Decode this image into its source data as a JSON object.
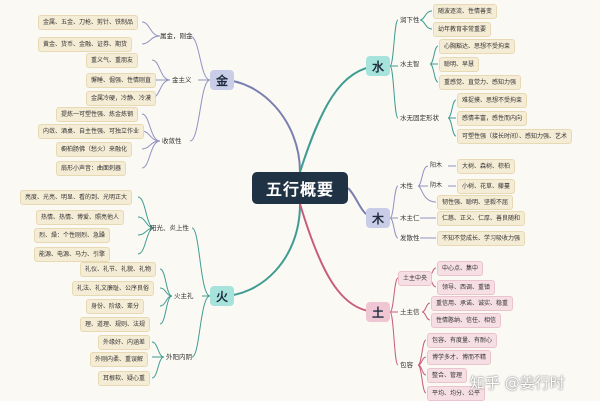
{
  "central_title": "五行概要",
  "watermark": "知乎 @姜行时",
  "colors": {
    "central": "#1f3344",
    "metal": "#c9cde8",
    "water": "#a6e3dc",
    "wood": "#c9cde8",
    "fire": "#a6e3dc",
    "earth": "#f1c6d4"
  },
  "metal": {
    "name": "金",
    "branches": [
      {
        "label": "属金，刚金",
        "items": [
          "金属、五金、刀枪、剪针、铁制品",
          "黄金、货币、金融、证券、期货"
        ]
      },
      {
        "label": "金主义",
        "items": [
          "重义气、重朋友",
          "懈睡、倔强、性情刚直",
          "金属冷硬，冷静、冷漠"
        ]
      },
      {
        "label": "收敛性",
        "items": [
          "提炼一可塑性强、炼金炼钢",
          "内敛、酒桌、自主性强、可独立作业",
          "橱柏肠佛（愁火）来融化",
          "扇形小声音：曲面刺器"
        ]
      }
    ]
  },
  "water": {
    "name": "水",
    "branches": [
      {
        "label": "润下性",
        "items": [
          "随波逐流、性情善变",
          "幼年教育非常重要"
        ]
      },
      {
        "label": "水主智",
        "items": [
          "心胸豁达、思想不受拘束",
          "聪明、早慧",
          "重感觉、直觉力、感知力强"
        ]
      },
      {
        "label": "水无固定形状",
        "items": [
          "难捉摸、思想不受拘束",
          "感情丰富，感性而内向",
          "可塑性强（接长时间）、感知力强、艺术"
        ]
      }
    ]
  },
  "wood": {
    "name": "木",
    "branches": [
      {
        "label": "木性",
        "items": [
          {
            "tag": "阳木",
            "text": "大树、森树、棕柏"
          },
          {
            "tag": "阴木",
            "text": "小树、花草、藤蔓"
          },
          {
            "tag": "",
            "text": "韧性强、聪明、坚毅不屈"
          }
        ]
      },
      {
        "label": "木主仁",
        "items": [
          {
            "tag": "",
            "text": "仁慈、正义、仁厚、善良随和"
          }
        ]
      },
      {
        "label": "发散性",
        "items": [
          {
            "tag": "",
            "text": "不知不觉成长、学习吸收力强"
          }
        ]
      }
    ]
  },
  "fire": {
    "name": "火",
    "branches": [
      {
        "label": "阳光、炎上性",
        "items": [
          "亮度、光亮、明显、看的到、光明正大",
          "热情、热情、博爱、照亮他人",
          "烈、燥：个性刚烈、急躁",
          "能源、电源、马力、引擎"
        ]
      },
      {
        "label": "火主礼",
        "items": [
          "礼仪、礼节、礼貌、礼物",
          "礼法、礼文廉耻、公序良俗",
          "身份、阶级、辈分",
          "理、道理、规则、法规"
        ]
      },
      {
        "label": "外阳内阴",
        "items": [
          "外缘好、内涵差",
          "外刚内柔、重误解",
          "耳根软、疑心重"
        ]
      }
    ]
  },
  "earth": {
    "name": "土",
    "branches": [
      {
        "label": "土主中央",
        "items": [
          "中心点、集中",
          "领导、西调、重镇"
        ]
      },
      {
        "label": "土主信",
        "items": [
          "重信用、承诺、诚实、稳重",
          "性情憨纳、信任、相信"
        ]
      },
      {
        "label": "包容",
        "items": [
          "包容、有度量、有耐心",
          "博学多才、博而不精",
          "整合、管理",
          "平均、均分、公平"
        ]
      }
    ]
  }
}
